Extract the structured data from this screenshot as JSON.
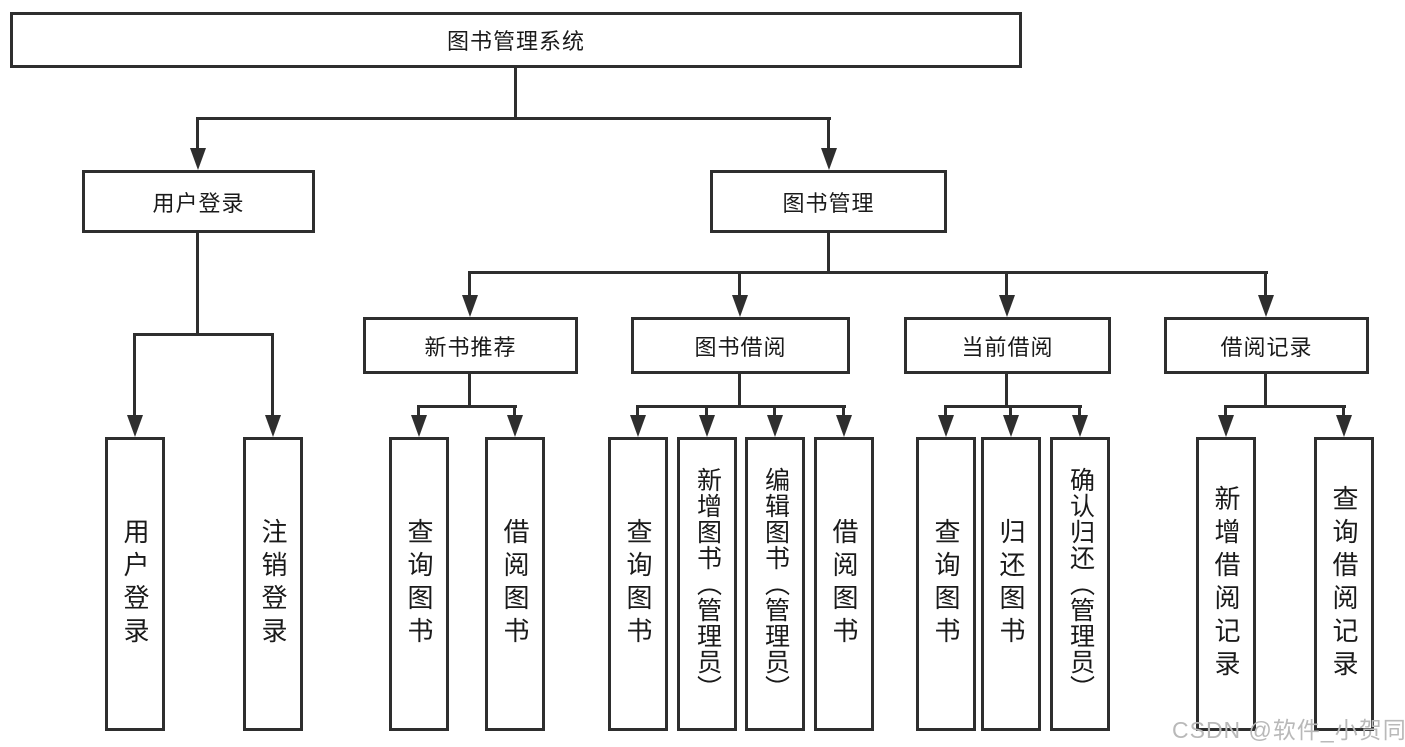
{
  "tree": {
    "root": {
      "label": "图书管理系统"
    },
    "branches": [
      {
        "label": "用户登录",
        "children": [
          {
            "label": "用户登录"
          },
          {
            "label": "注销登录"
          }
        ]
      },
      {
        "label": "图书管理",
        "children": [
          {
            "label": "新书推荐",
            "children": [
              {
                "label": "查询图书"
              },
              {
                "label": "借阅图书"
              }
            ]
          },
          {
            "label": "图书借阅",
            "children": [
              {
                "label": "查询图书"
              },
              {
                "label": "新增图书（管理员）"
              },
              {
                "label": "编辑图书（管理员）"
              },
              {
                "label": "借阅图书"
              }
            ]
          },
          {
            "label": "当前借阅",
            "children": [
              {
                "label": "查询图书"
              },
              {
                "label": "归还图书"
              },
              {
                "label": "确认归还（管理员）"
              }
            ]
          },
          {
            "label": "借阅记录",
            "children": [
              {
                "label": "新增借阅记录"
              },
              {
                "label": "查询借阅记录"
              }
            ]
          }
        ]
      }
    ]
  },
  "watermark": {
    "text": "CSDN @软件_小贺同学"
  },
  "colors": {
    "line": "#2e2e2e",
    "text": "#1a1a1a",
    "background": "#ffffff",
    "watermark": "#b9b9b9"
  }
}
